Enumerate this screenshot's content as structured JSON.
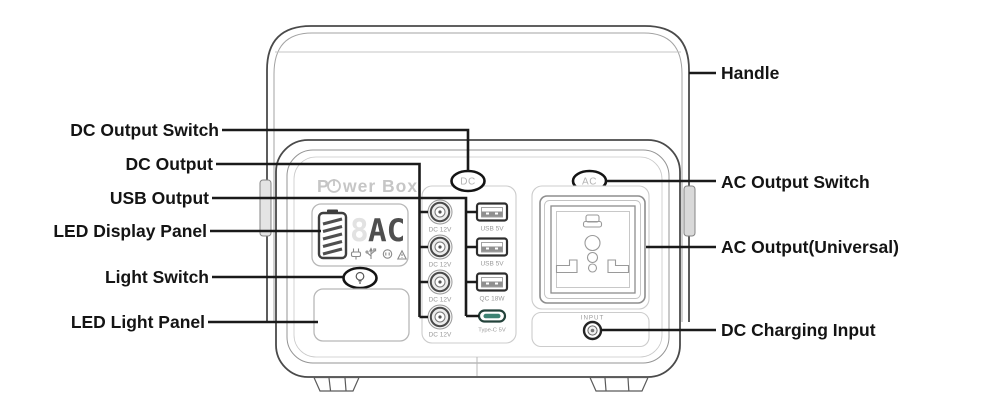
{
  "callouts": {
    "left": [
      {
        "label": "DC Output Switch"
      },
      {
        "label": "DC Output"
      },
      {
        "label": "USB Output"
      },
      {
        "label": "LED Display Panel"
      },
      {
        "label": "Light Switch"
      },
      {
        "label": "LED Light Panel"
      }
    ],
    "right": [
      {
        "label": "Handle"
      },
      {
        "label": "AC Output Switch"
      },
      {
        "label": "AC Output(Universal)"
      },
      {
        "label": "DC Charging Input"
      }
    ]
  },
  "device": {
    "brand": {
      "prefix": "P",
      "suffix": "wer Box"
    },
    "dc_switch_label": "DC",
    "ac_switch_label": "AC",
    "display": {
      "ghost_digit": "8",
      "digits": "AC",
      "indicator_icons": [
        "dc-plug-icon",
        "usb-icon",
        "socket-icon",
        "warning-triangle-icon"
      ]
    },
    "dc_port_labels": [
      "DC 12V",
      "DC 12V",
      "DC 12V",
      "DC 12V"
    ],
    "usb_port_labels": [
      "USB 5V",
      "USB 5V",
      "QC 18W"
    ],
    "typec_label": "Type-C 5V",
    "input_label": "INPUT"
  },
  "colors": {
    "annotation_line": "#1a1a1a",
    "device_outline": "#4a4a4a",
    "panel_border": "#cccccc",
    "port_label_gray": "#9a9a9a",
    "logo_gray": "#c6c6c6",
    "typec_teal": "#3d8273"
  }
}
